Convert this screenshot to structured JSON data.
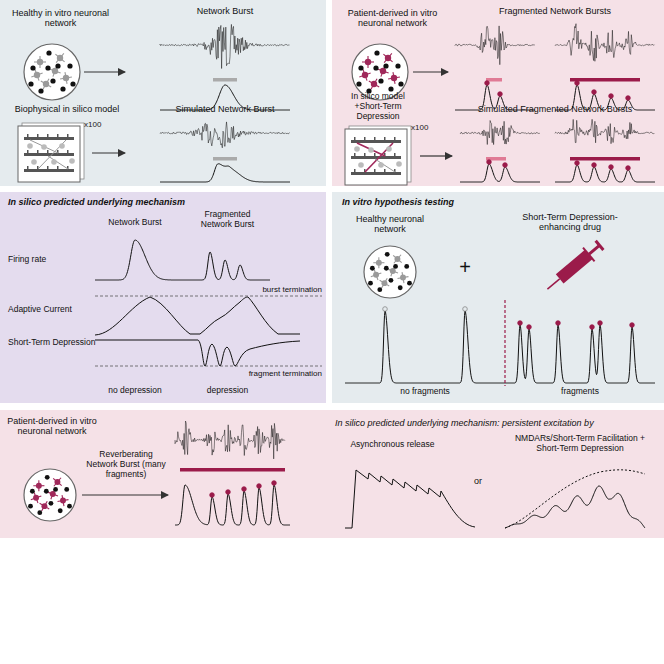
{
  "diagram": {
    "nodes": [
      {
        "text": [
          "Healthy in vitro neuronal network",
          "Network Burst",
          "Biophysical in silico model",
          "Simulated Network Burst"
        ]
      },
      {
        "text": [
          "Patient-derived in vitro neuronal network",
          "Fragmented Network Bursts",
          "In silico model +Short-Term Depression",
          "Simulated Fragmented Network Bursts"
        ]
      },
      {
        "text": [
          "In silico predicted underlying mechanism",
          "Network Burst",
          "Fragmented Network Burst",
          "Firing rate",
          "Adaptive Current",
          "burst termination",
          "Short-Term Depression",
          "fragment termination",
          "no depression",
          "depression"
        ]
      },
      {
        "text": [
          "In vitro hypothesis testing",
          "Healthy neuronal network",
          "+",
          "Short-Term Depression-enhancing drug",
          "no fragments",
          "fragments"
        ]
      },
      {
        "text": [
          "Patient-derived in vitro neuronal network",
          "Reverberating Network Burst (many fragments)",
          "In silico predicted underlying mechanism: persistent excitation by",
          "Asynchronous release",
          "or",
          "NMDARs/Short-Term Facilitation + Short-Term Depression"
        ]
      }
    ],
    "labels": [
      "x100",
      "x100"
    ]
  }
}
